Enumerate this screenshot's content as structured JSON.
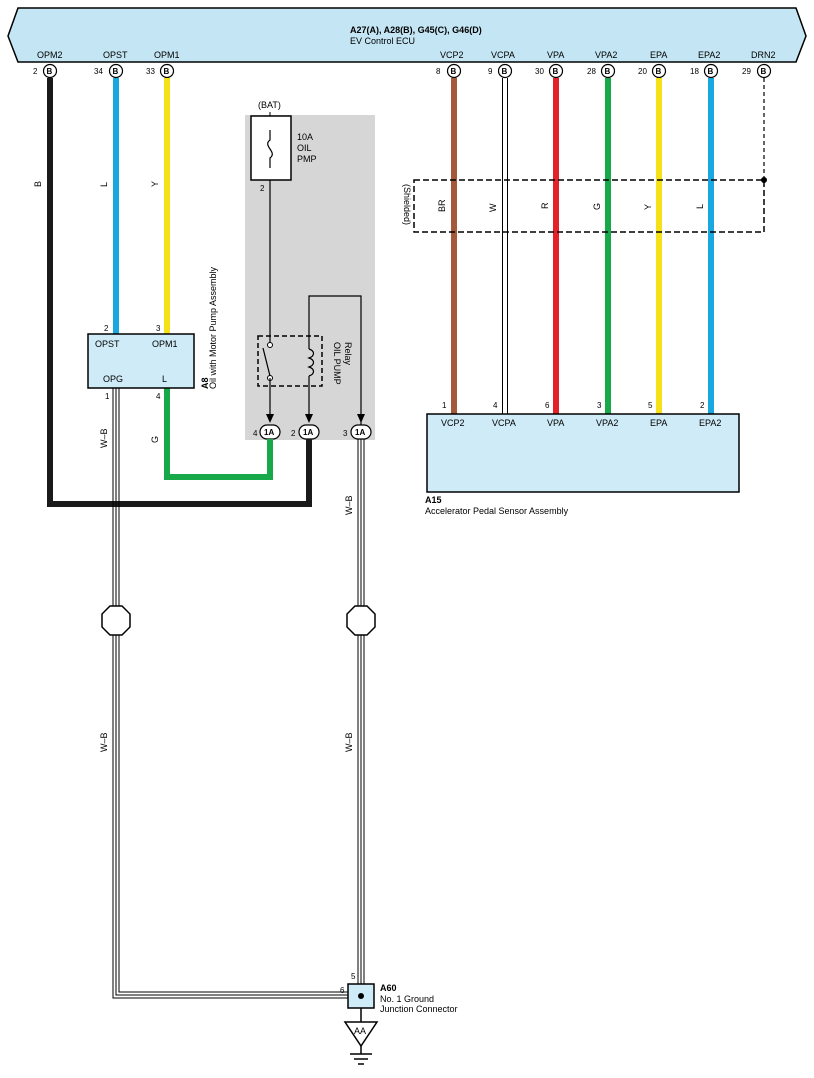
{
  "ecu": {
    "code": "A27(A), A28(B), G45(C), G46(D)",
    "name": "EV Control ECU",
    "pins": [
      {
        "label": "OPM2",
        "num": "2",
        "conn": "B"
      },
      {
        "label": "OPST",
        "num": "34",
        "conn": "B"
      },
      {
        "label": "OPM1",
        "num": "33",
        "conn": "B"
      },
      {
        "label": "VCP2",
        "num": "8",
        "conn": "B"
      },
      {
        "label": "VCPA",
        "num": "9",
        "conn": "B"
      },
      {
        "label": "VPA",
        "num": "30",
        "conn": "B"
      },
      {
        "label": "VPA2",
        "num": "28",
        "conn": "B"
      },
      {
        "label": "EPA",
        "num": "20",
        "conn": "B"
      },
      {
        "label": "EPA2",
        "num": "18",
        "conn": "B"
      },
      {
        "label": "DRN2",
        "num": "29",
        "conn": "B"
      }
    ]
  },
  "wires": {
    "opm2": "B",
    "opst": "L",
    "opm1": "Y",
    "opg": "W–B",
    "pump_l": "G",
    "relay_gnd": "W–B",
    "opg_lower": "W–B",
    "relay_gnd_lower": "W–B",
    "vcp2": "BR",
    "vcpa": "W",
    "vpa": "R",
    "vpa2": "G",
    "epa": "Y",
    "epa2": "L"
  },
  "wire_colors": {
    "black": "#1a1a1a",
    "blue": "#1aa7e0",
    "yellow": "#f5e11a",
    "green": "#17a84a",
    "red": "#e3212b",
    "brown": "#a45a3a",
    "ecu_fill": "#c4e6f4",
    "box_fill": "#cfebf7",
    "relay_bg": "#d6d6d6"
  },
  "shield": {
    "label": "(Shielded)"
  },
  "relay_block": {
    "bat": "(BAT)",
    "fuse": [
      "10A",
      "OIL",
      "PMP"
    ],
    "fuse_pin": "2",
    "relay_name": [
      "OIL PUMP",
      "Relay"
    ],
    "terminals": [
      {
        "num": "4",
        "conn": "1A"
      },
      {
        "num": "2",
        "conn": "1A"
      },
      {
        "num": "3",
        "conn": "1A"
      }
    ]
  },
  "pump": {
    "code": "A8",
    "name": "Oil with Motor Pump Assembly",
    "labels": [
      "OPST",
      "OPM1",
      "OPG",
      "L"
    ],
    "pins": [
      "2",
      "3",
      "1",
      "4"
    ]
  },
  "pedal": {
    "code": "A15",
    "name": "Accelerator Pedal Sensor Assembly",
    "labels": [
      "VCP2",
      "VCPA",
      "VPA",
      "VPA2",
      "EPA",
      "EPA2"
    ],
    "pins": [
      "1",
      "4",
      "6",
      "3",
      "5",
      "2"
    ]
  },
  "junction": {
    "code": "A60",
    "name_1": "No.  1 Ground",
    "name_2": "Junction Connector",
    "pin_top": "5",
    "pin_left": "6",
    "ground": "AA"
  }
}
